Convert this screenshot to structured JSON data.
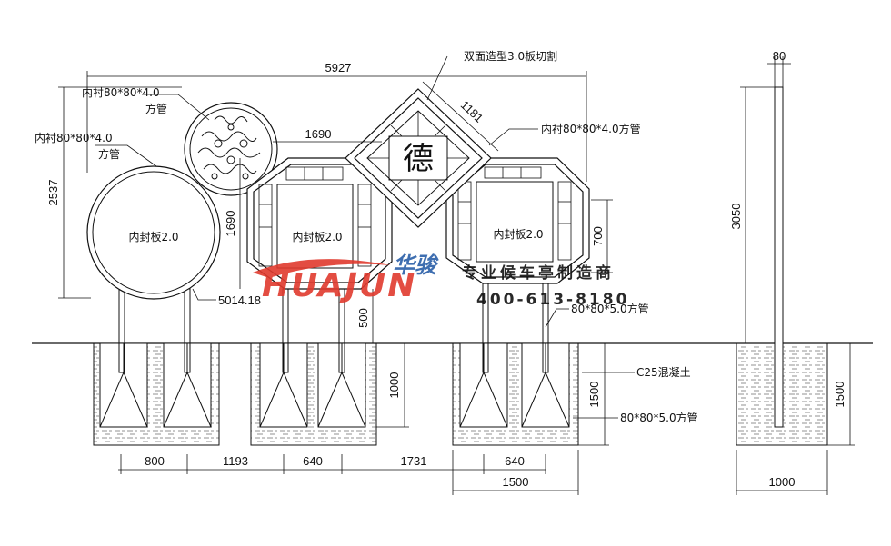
{
  "labels": {
    "lining_tube_1a": "内衬80*80*4.0",
    "lining_tube_1b": "方管",
    "lining_tube_2a": "内衬80*80*4.0",
    "lining_tube_2b": "方管",
    "double_sided": "双面造型3.0板切割",
    "lining_tube_3": "内衬80*80*4.0方管",
    "inner_panel_1": "内封板2.0",
    "inner_panel_2": "内封板2.0",
    "inner_panel_3": "内封板2.0",
    "square_tube_1": "80*80*5.0方管",
    "concrete": "C25混凝土",
    "square_tube_2": "80*80*5.0方管",
    "center_glyph": "德"
  },
  "dimensions": {
    "total_width": "5927",
    "height_left": "2537",
    "diamond_width": "1181",
    "top_gap": "1690",
    "vertical_1690": "1690",
    "leg_label": "5014.18",
    "post_500": "500",
    "panel_700": "700",
    "pit_1000": "1000",
    "pit_1500_a": "1500",
    "pole_3050": "3050",
    "pole_80": "80",
    "pit_1500_b": "1500",
    "bottom_800": "800",
    "bottom_1193": "1193",
    "bottom_640_a": "640",
    "bottom_1731": "1731",
    "bottom_640_b": "640",
    "bottom_1500": "1500",
    "bottom_1000": "1000"
  },
  "watermark": {
    "brand_cn": "华骏",
    "brand_en": "HUAJUN",
    "slogan": "专业候车亭制造商",
    "phone": "400-613-8180",
    "color_red": "#e03a2e",
    "color_blue": "#2a5fa8"
  }
}
